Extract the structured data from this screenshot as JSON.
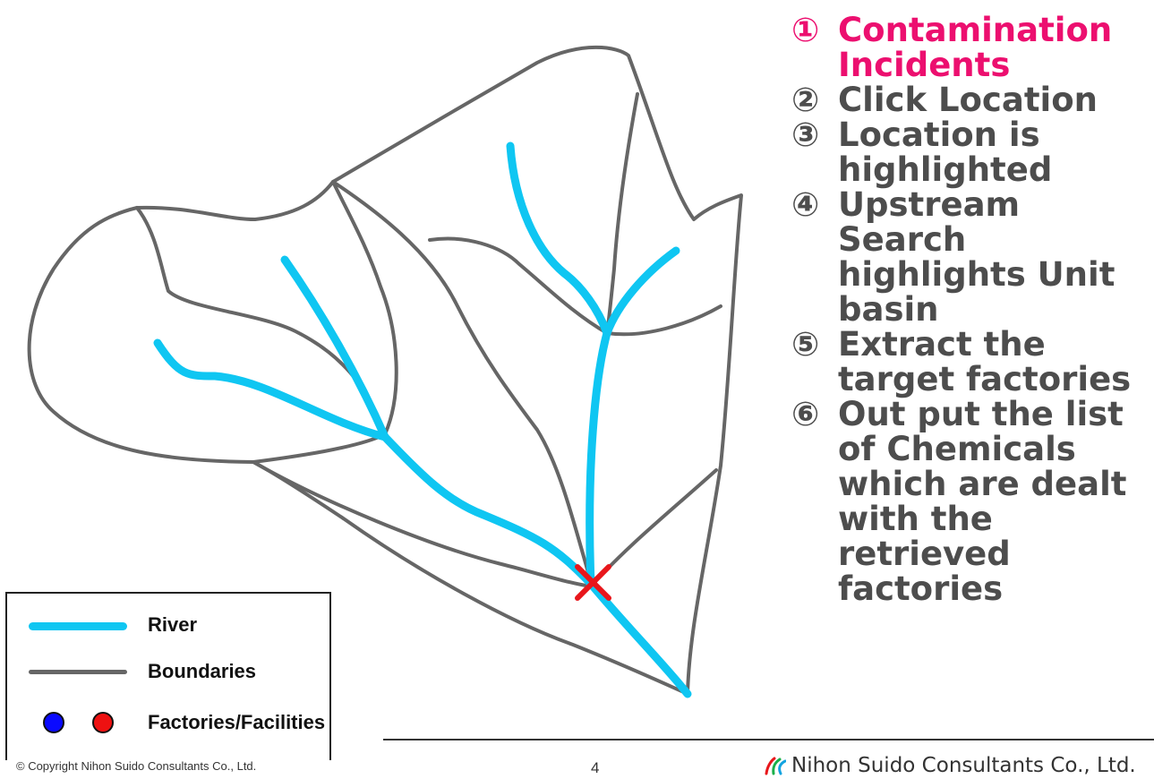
{
  "steps": [
    {
      "num": "①",
      "text": "Contamination Incidents",
      "active": true
    },
    {
      "num": "②",
      "text": "Click Location",
      "active": false
    },
    {
      "num": "③",
      "text": "Location is highlighted",
      "active": false
    },
    {
      "num": "④",
      "text": "Upstream Search highlights Unit basin",
      "active": false
    },
    {
      "num": "⑤",
      "text": "Extract the target factories",
      "active": false
    },
    {
      "num": "⑥",
      "text": "Out put the list of Chemicals which are dealt with the retrieved factories",
      "active": false
    }
  ],
  "legend": {
    "river_label": "River",
    "boundaries_label": "Boundaries",
    "factories_label": "Factories/Facilities"
  },
  "colors": {
    "river": "#0fc6f2",
    "boundary": "#666666",
    "active_step": "#ec0f6f",
    "step_text": "#4d4d4d",
    "marker": "#e8161b",
    "factory_blue": "#0a0aff",
    "factory_red": "#ee1111"
  },
  "footer": {
    "copyright": "© Copyright  Nihon Suido Consultants Co., Ltd.",
    "page_number": "4",
    "company": "Nihon Suido Consultants Co., Ltd."
  }
}
